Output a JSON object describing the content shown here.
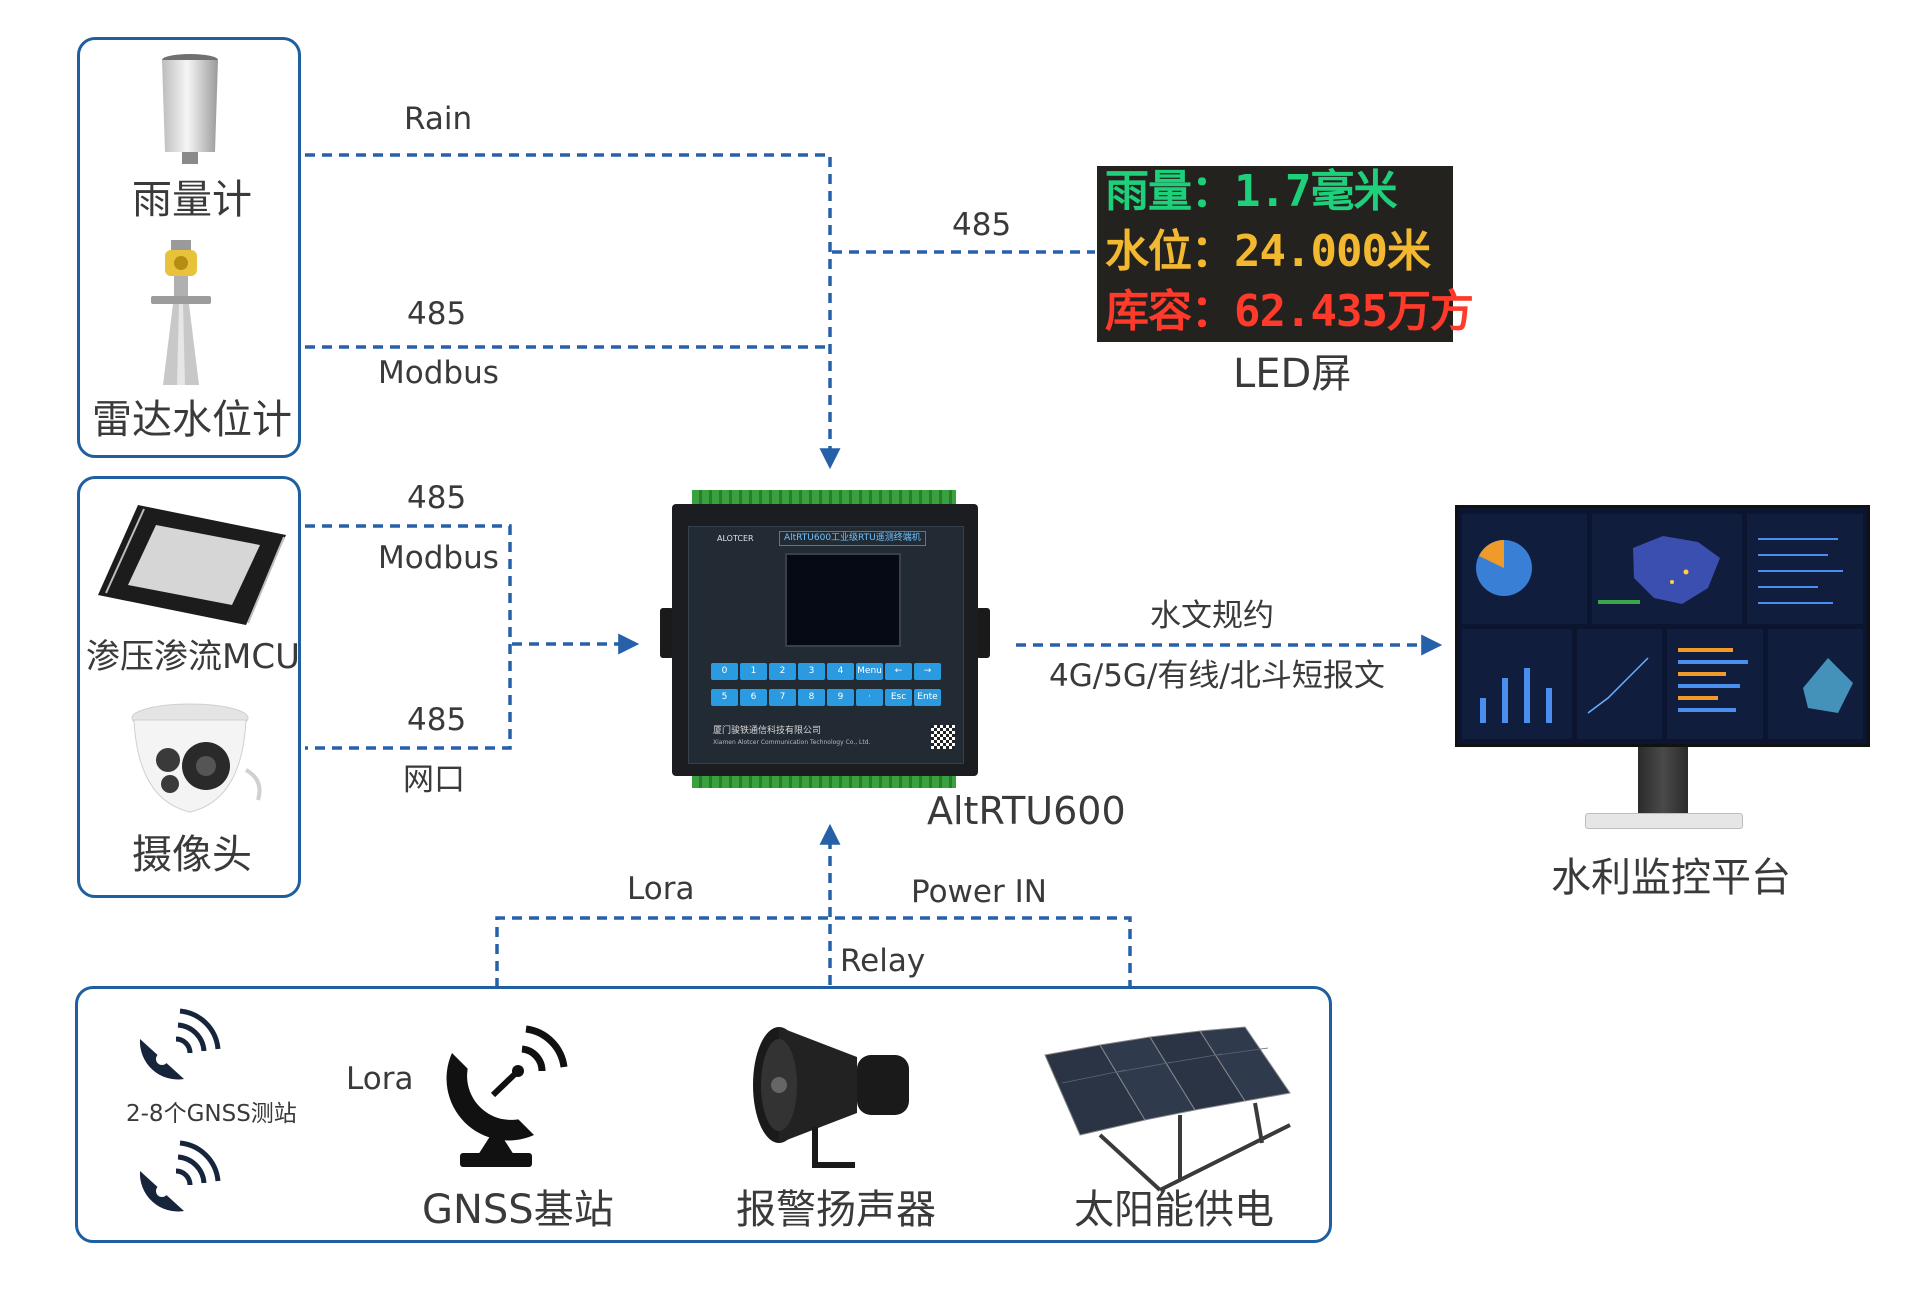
{
  "sensors_top": {
    "rain_gauge": "雨量计",
    "radar_level": "雷达水位计"
  },
  "sensors_mid": {
    "seepage_mcu": "渗压渗流MCU",
    "camera": "摄像头"
  },
  "links": {
    "rain": "Rain",
    "radar_485": "485",
    "radar_modbus": "Modbus",
    "led_485": "485",
    "mcu_485": "485",
    "mcu_modbus": "Modbus",
    "cam_485": "485",
    "cam_net": "网口",
    "platform_top": "水文规约",
    "platform_bottom": "4G/5G/有线/北斗短报文",
    "lora_left": "Lora",
    "power_in": "Power IN",
    "relay": "Relay",
    "gnss_lora": "Lora"
  },
  "led": {
    "line1": "雨量：1.7毫米",
    "line2": "水位：24.000米",
    "line3": "库容：62.435万方",
    "caption": "LED屏",
    "colors": {
      "line1": "#1fd07a",
      "line2": "#f2b830",
      "line3": "#ff3a2a"
    }
  },
  "rtu": {
    "caption": "AltRTU600",
    "brand": "ALOTCER",
    "panel_title": "AltRTU600工业级RTU遥测终端机",
    "company_cn": "厦门骏铁通信科技有限公司",
    "company_en": "Xiamen Alotcer Communication Technology Co., Ltd.",
    "keys": [
      "0",
      "1",
      "2",
      "3",
      "4",
      "Menu",
      "←",
      "→",
      "5",
      "6",
      "7",
      "8",
      "9",
      "·",
      "Esc",
      "Ente"
    ]
  },
  "platform": {
    "caption": "水利监控平台"
  },
  "bottom": {
    "gnss_stations": "2-8个GNSS测站",
    "gnss_base": "GNSS基站",
    "alarm_speaker": "报警扬声器",
    "solar_power": "太阳能供电"
  },
  "colors": {
    "accent": "#1f5fa0",
    "arrow": "#2560a8",
    "text": "#3a3a3a"
  }
}
